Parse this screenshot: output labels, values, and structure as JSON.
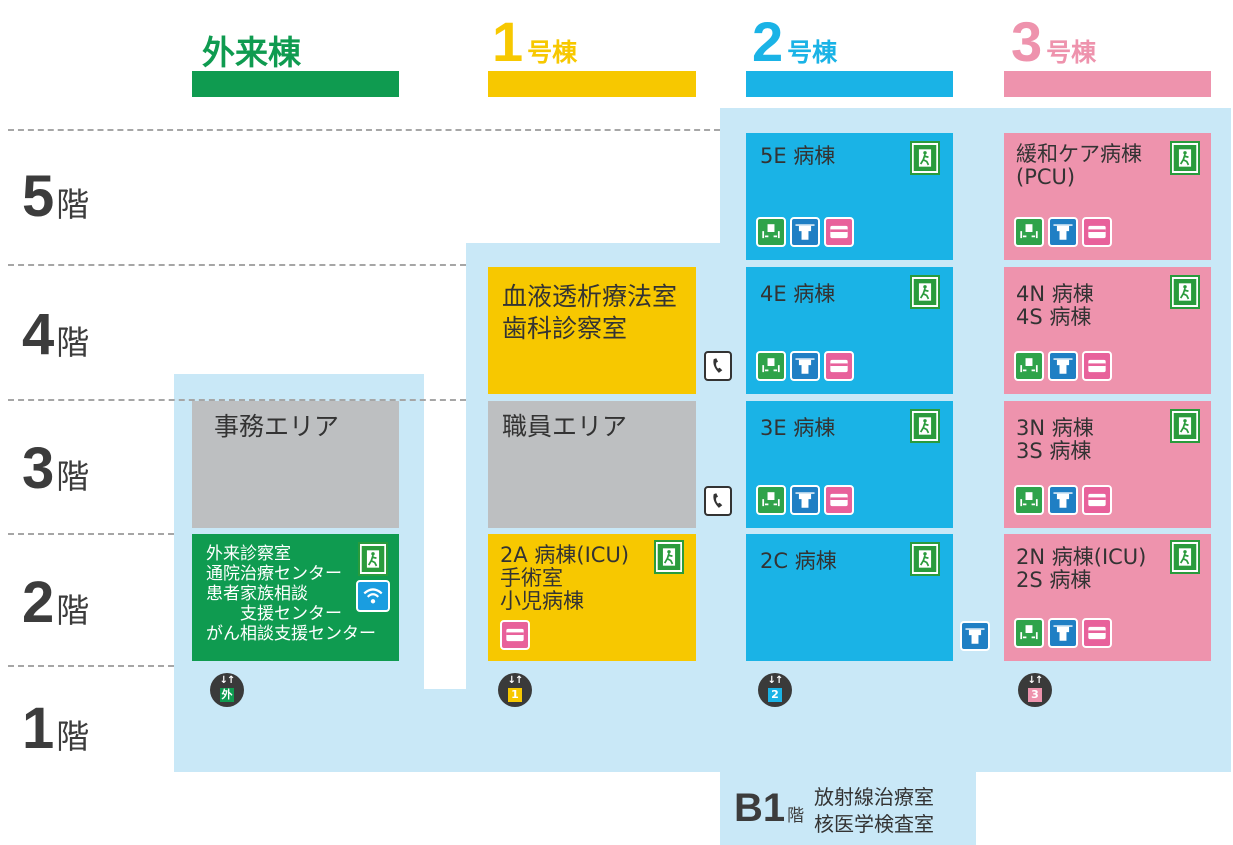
{
  "buildings": {
    "outpatient": {
      "label": "外来棟",
      "color": "#0f9b50"
    },
    "b1": {
      "num": "1",
      "suffix": "号棟",
      "color": "#f7c800"
    },
    "b2": {
      "num": "2",
      "suffix": "号棟",
      "color": "#1ab3e6"
    },
    "b3": {
      "num": "3",
      "suffix": "号棟",
      "color": "#ee93ad"
    }
  },
  "floors": {
    "f5": {
      "num": "5",
      "kai": "階"
    },
    "f4": {
      "num": "4",
      "kai": "階"
    },
    "f3": {
      "num": "3",
      "kai": "階"
    },
    "f2": {
      "num": "2",
      "kai": "階"
    },
    "f1": {
      "num": "1",
      "kai": "階"
    },
    "b1": {
      "num": "B1",
      "kai": "階",
      "rooms": "放射線治療室\n核医学検査室"
    }
  },
  "rooms": {
    "op_f3": "事務エリア",
    "op_f2": "外来診察室\n通院治療センター\n患者家族相談\n　　支援センター\nがん相談支援センター",
    "b1_f4": "血液透析療法室\n歯科診察室",
    "b1_f3": "職員エリア",
    "b1_f2": "2A 病棟(ICU)\n手術室\n小児病棟",
    "b2_f5": "5E 病棟",
    "b2_f4": "4E 病棟",
    "b2_f3": "3E 病棟",
    "b2_f2": "2C 病棟",
    "b3_f5": "緩和ケア病棟\n(PCU)",
    "b3_f4": "4N 病棟\n4S 病棟",
    "b3_f3": "3N 病棟\n3S 病棟",
    "b3_f2": "2N 病棟(ICU)\n2S 病棟"
  },
  "elevators": {
    "arrows": "↓↑",
    "op": "外",
    "b1": "1",
    "b2": "2",
    "b3": "3"
  },
  "icon_colors": {
    "day_room": "#2fa34a",
    "laundry": "#1f7fc4",
    "card_phone": "#e8619b",
    "wifi": "#1a9de0",
    "exit": "#2a9b3c"
  }
}
